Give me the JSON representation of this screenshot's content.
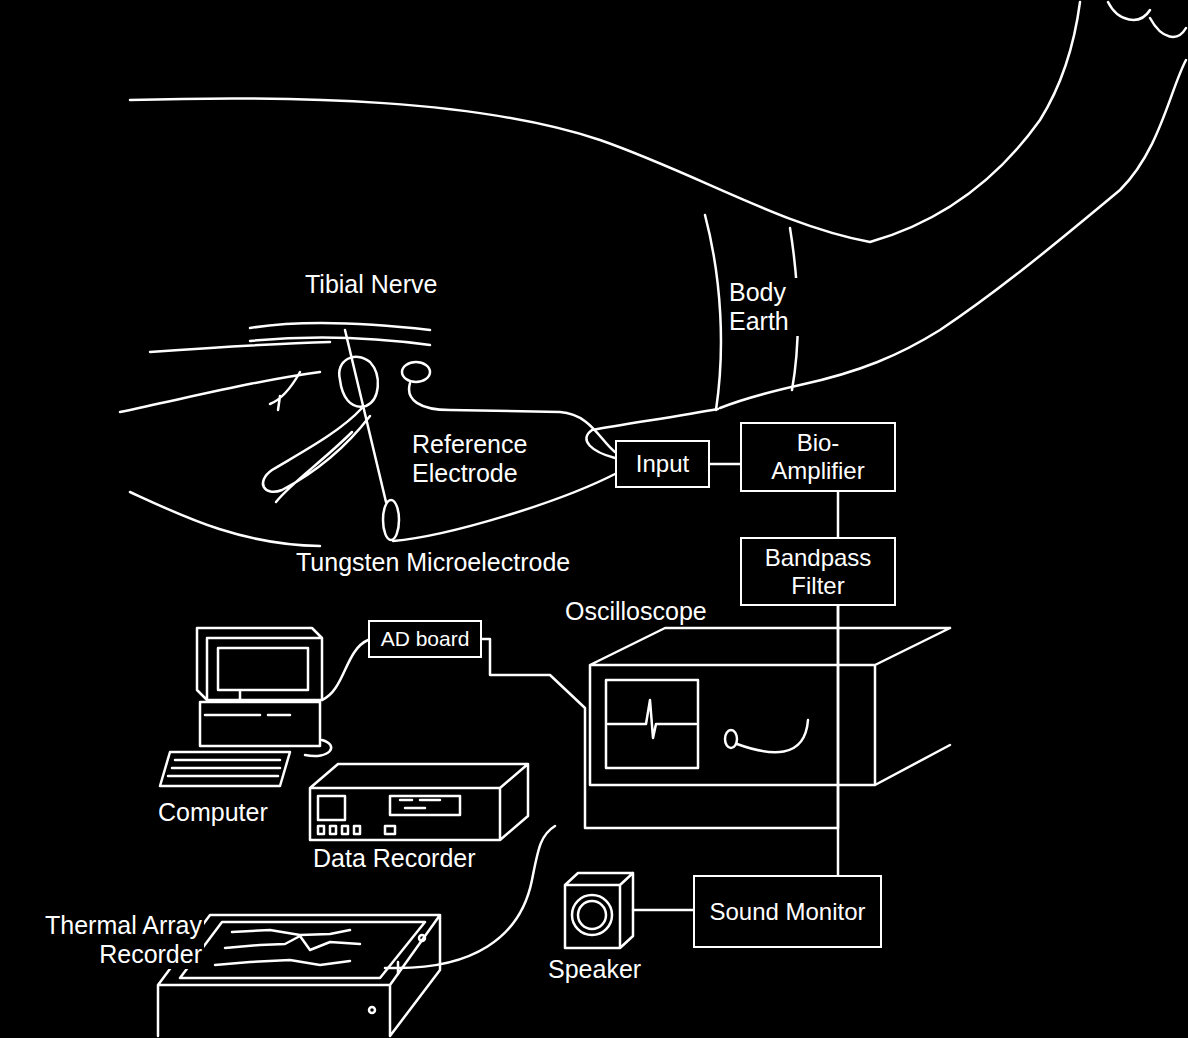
{
  "diagram": {
    "nodes": [
      {
        "text": [
          "Input"
        ]
      },
      {
        "text": [
          "Bio- Amplifier"
        ]
      },
      {
        "text": [
          "Bandpass Filter"
        ]
      },
      {
        "text": [
          "AD board"
        ]
      },
      {
        "text": [
          "Sound Monitor"
        ]
      }
    ],
    "edges": [
      {
        "from": 0,
        "to": 1,
        "arrow": "none"
      },
      {
        "from": 1,
        "to": 2,
        "arrow": "none"
      },
      {
        "from": 2,
        "to": 3,
        "arrow": "none"
      },
      {
        "from": 2,
        "to": 4,
        "arrow": "none"
      }
    ],
    "labels": [
      "Tibial Nerve",
      "Body Earth",
      "Reference Electrode",
      "Tungsten Microelectrode",
      "Oscilloscope",
      "Computer",
      "Data Recorder",
      "Thermal Array Recorder",
      "Speaker"
    ]
  }
}
